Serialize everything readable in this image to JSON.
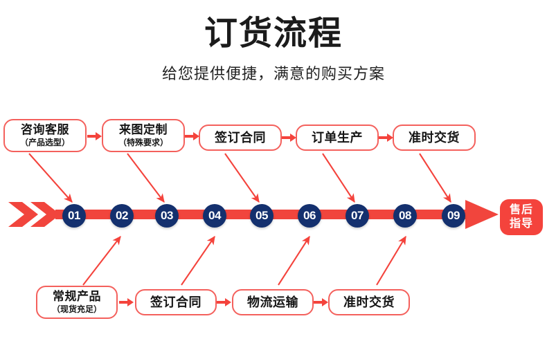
{
  "header": {
    "title": "订货流程",
    "subtitle": "给您提供便捷，满意的购买方案"
  },
  "colors": {
    "bar_red": "#f1453d",
    "box_border_red": "#f4605c",
    "arrow_red": "#f4433c",
    "circle_navy": "#14306e",
    "text_dark": "#151515",
    "background": "#ffffff"
  },
  "top_row": {
    "boxes": [
      {
        "main": "咨询客服",
        "sub": "（产品选型）"
      },
      {
        "main": "来图定制",
        "sub": "（特殊要求）"
      },
      {
        "main": "签订合同",
        "sub": ""
      },
      {
        "main": "订单生产",
        "sub": ""
      },
      {
        "main": "准时交货",
        "sub": ""
      }
    ]
  },
  "bottom_row": {
    "boxes": [
      {
        "main": "常规产品",
        "sub": "（现货充足）"
      },
      {
        "main": "签订合同",
        "sub": ""
      },
      {
        "main": "物流运输",
        "sub": ""
      },
      {
        "main": "准时交货",
        "sub": ""
      }
    ]
  },
  "timeline": {
    "steps": [
      "01",
      "02",
      "03",
      "04",
      "05",
      "06",
      "07",
      "08",
      "09"
    ],
    "end_badge": {
      "line1": "售后",
      "line2": "指导"
    }
  }
}
